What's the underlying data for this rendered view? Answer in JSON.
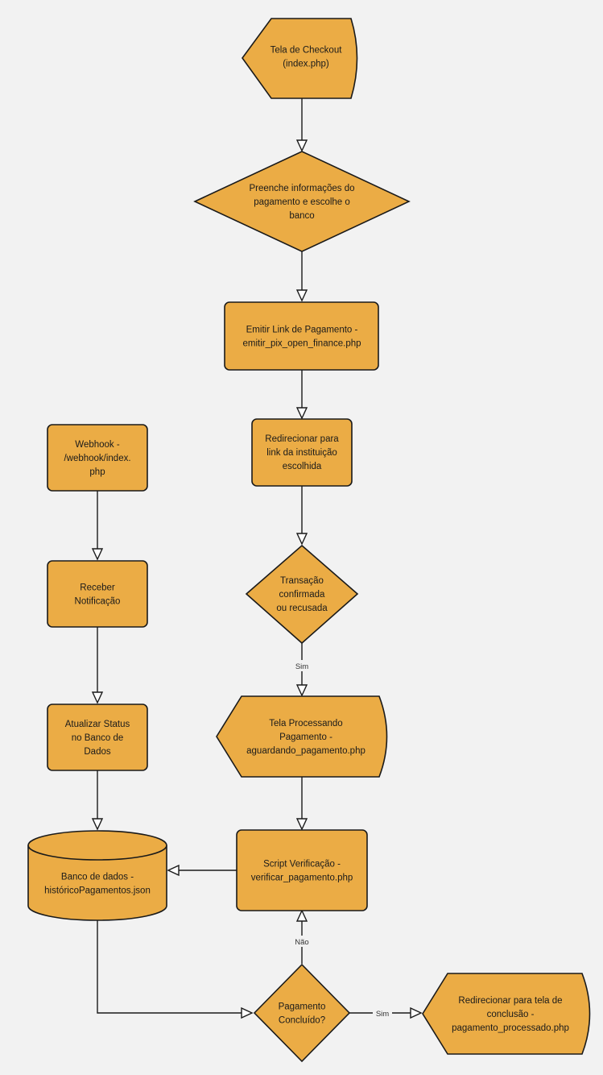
{
  "nodes": {
    "checkout": {
      "lines": [
        "Tela de Checkout",
        "(index.php)"
      ]
    },
    "preenche": {
      "lines": [
        "Preenche informações do",
        "pagamento e escolhe o",
        "banco"
      ]
    },
    "emitir": {
      "lines": [
        "Emitir Link de Pagamento -",
        "emitir_pix_open_finance.php"
      ]
    },
    "redirecionar_banco": {
      "lines": [
        "Redirecionar para",
        "link da instituição",
        "escolhida"
      ]
    },
    "transacao": {
      "lines": [
        "Transação",
        "confirmada",
        "ou recusada"
      ]
    },
    "processando": {
      "lines": [
        "Tela Processando",
        "Pagamento -",
        "aguardando_pagamento.php"
      ]
    },
    "script": {
      "lines": [
        "Script Verificação -",
        "verificar_pagamento.php"
      ]
    },
    "concluido": {
      "lines": [
        "Pagamento",
        "Concluído?"
      ]
    },
    "conclusao": {
      "lines": [
        "Redirecionar para tela de",
        "conclusão -",
        "pagamento_processado.php"
      ]
    },
    "webhook": {
      "lines": [
        "Webhook -",
        "/webhook/index.",
        "php"
      ]
    },
    "receber": {
      "lines": [
        "Receber",
        "Notificação"
      ]
    },
    "atualizar": {
      "lines": [
        "Atualizar Status",
        "no Banco de",
        "Dados"
      ]
    },
    "banco_dados": {
      "lines": [
        "Banco de dados -",
        "históricoPagamentos.json"
      ]
    }
  },
  "edges": {
    "transacao_sim": "Sim",
    "concluido_nao": "Não",
    "concluido_sim": "Sim"
  }
}
